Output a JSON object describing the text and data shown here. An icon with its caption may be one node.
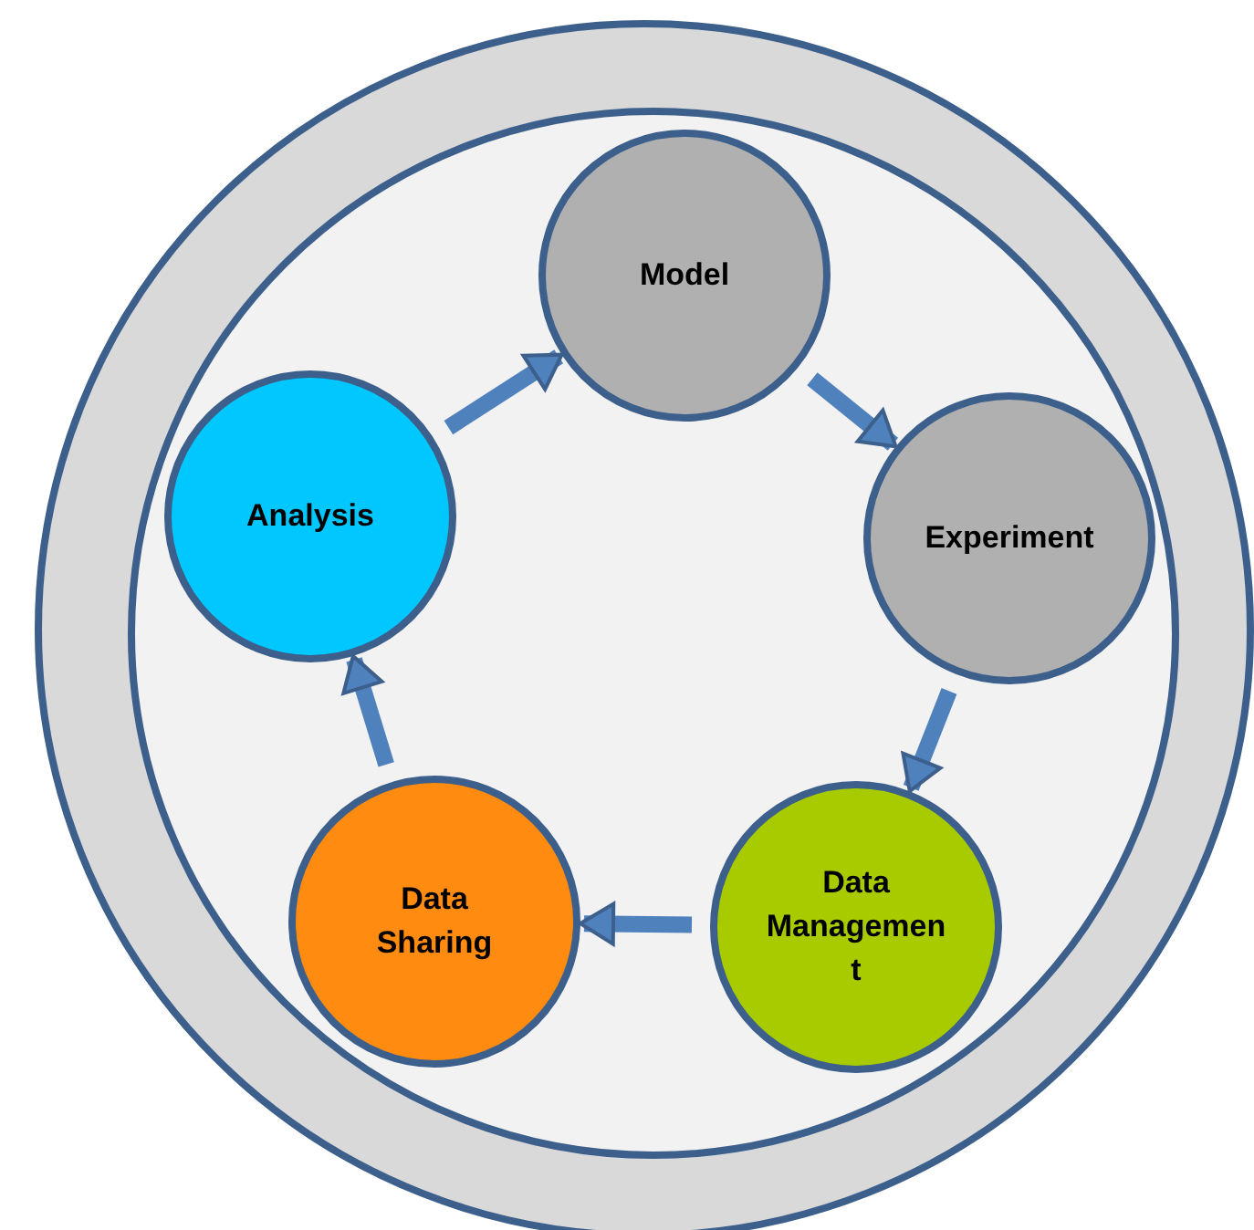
{
  "diagram": {
    "nodes": [
      {
        "text": [],
        "shape": "circle"
      },
      {
        "text": [
          "Model"
        ],
        "in": 0
      },
      {
        "text": [
          "Experiment"
        ],
        "in": 0
      },
      {
        "text": [
          "Data Management"
        ],
        "in": 0
      },
      {
        "text": [
          "Data Sharing"
        ],
        "in": 0
      },
      {
        "text": [
          "Analysis"
        ],
        "in": 0
      }
    ],
    "edges": [
      {
        "from": 5,
        "to": 1,
        "arrow": "to"
      },
      {
        "from": 1,
        "to": 2,
        "arrow": "to"
      },
      {
        "from": 2,
        "to": 3,
        "arrow": "to"
      },
      {
        "from": 3,
        "to": 4,
        "arrow": "to"
      },
      {
        "from": 4,
        "to": 5,
        "arrow": "to"
      }
    ]
  }
}
